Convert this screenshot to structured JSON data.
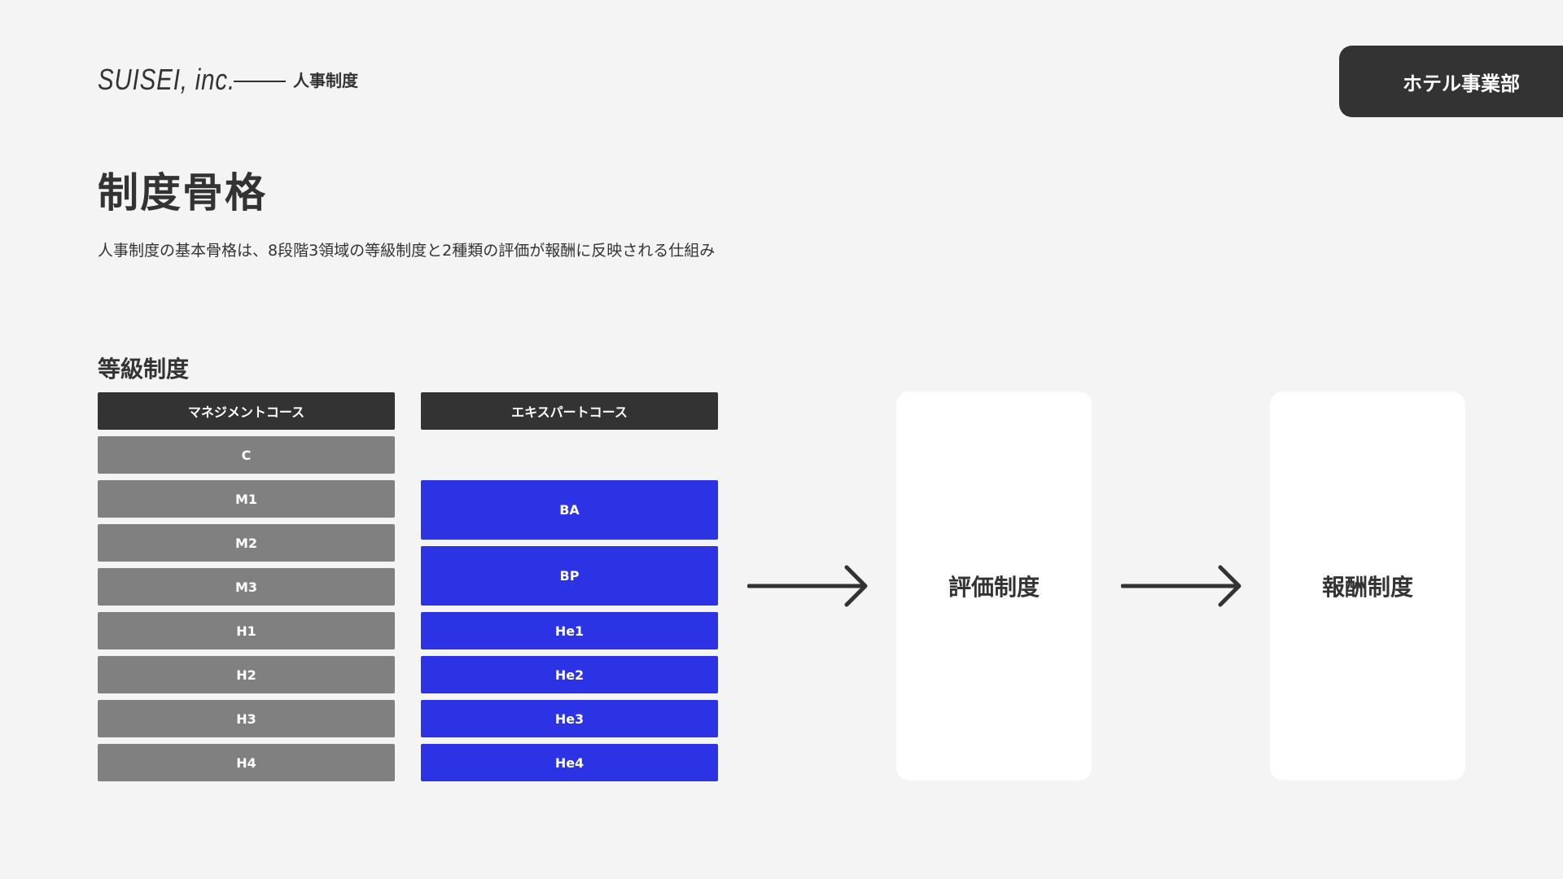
{
  "header": {
    "logo": "SUISEI, inc.",
    "logo_sub": "人事制度",
    "department": "ホテル事業部"
  },
  "page": {
    "title": "制度骨格",
    "subtitle": "人事制度の基本骨格は、8段階3領域の等級制度と2種類の評価が報酬に反映される仕組み"
  },
  "grade_system": {
    "title": "等級制度",
    "management": {
      "header": "マネジメントコース",
      "levels": [
        "C",
        "M1",
        "M2",
        "M3",
        "H1",
        "H2",
        "H3",
        "H4"
      ]
    },
    "expert": {
      "header": "エキスパートコース",
      "levels": [
        "BA",
        "BP",
        "He1",
        "He2",
        "He3",
        "He4"
      ]
    }
  },
  "flow": {
    "evaluation": "評価制度",
    "compensation": "報酬制度"
  },
  "colors": {
    "dark": "#333333",
    "grey": "#808080",
    "blue": "#2c33e4",
    "background": "#f4f4f4"
  },
  "icons": [
    "arrow-right-icon"
  ]
}
